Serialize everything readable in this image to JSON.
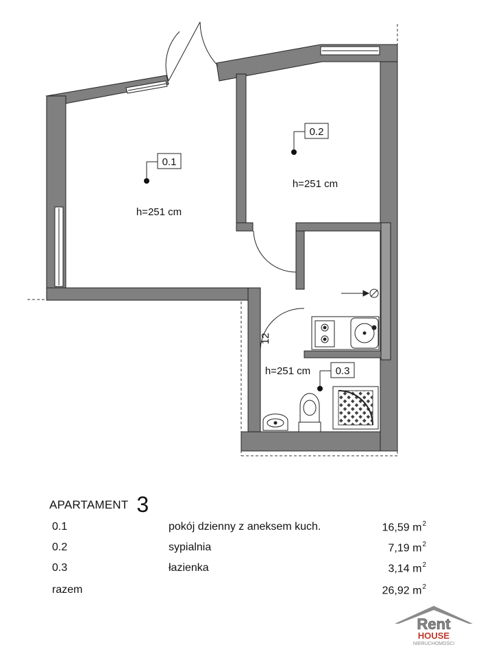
{
  "plan": {
    "rooms": [
      {
        "id": "0.1",
        "height_label": "h=251 cm"
      },
      {
        "id": "0.2",
        "height_label": "h=251 cm"
      },
      {
        "id": "0.3",
        "height_label": "h=251 cm"
      }
    ],
    "wall_tag": "12"
  },
  "legend": {
    "title": "APARTAMENT",
    "apartment_number": "3",
    "unit": "m",
    "unit_power": "2",
    "rows": [
      {
        "id": "0.1",
        "name": "pokój dzienny z aneksem kuch.",
        "area": "16,59"
      },
      {
        "id": "0.2",
        "name": "sypialnia",
        "area": "7,19"
      },
      {
        "id": "0.3",
        "name": "łazienka",
        "area": "3,14"
      },
      {
        "id": "razem",
        "name": "",
        "area": "26,92"
      }
    ]
  },
  "logo": {
    "line1": "Rent",
    "line2": "HOUSE",
    "line3": "NIERUCHOMOŚCI"
  },
  "colors": {
    "wall": "#808080",
    "ink": "#111111",
    "logo_red": "#c0392b",
    "logo_grey": "#8a8a8a"
  }
}
